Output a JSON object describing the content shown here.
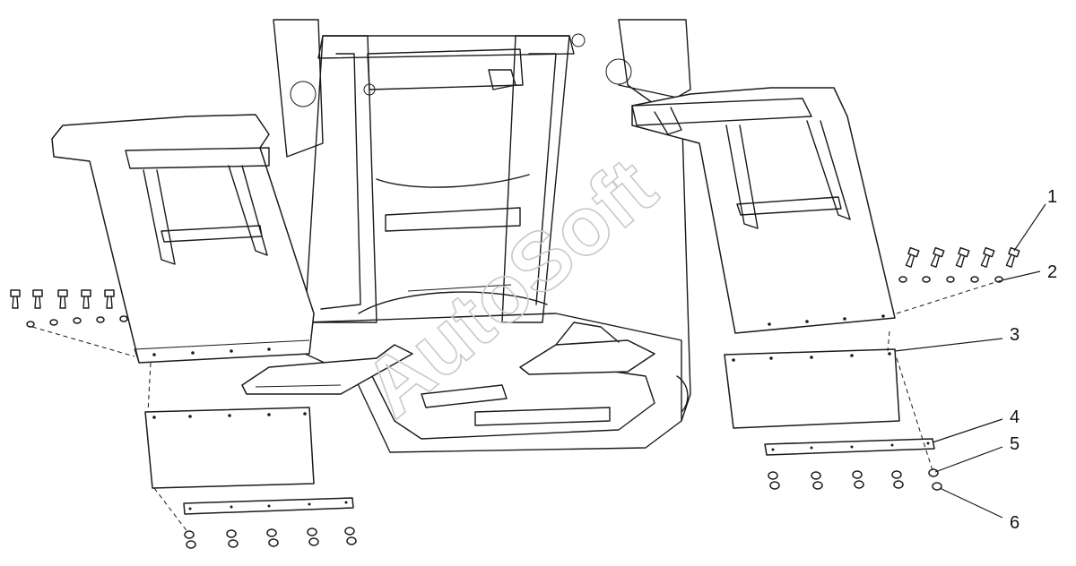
{
  "diagram": {
    "watermark": "AutoSoft",
    "callouts": [
      {
        "id": "callout-1",
        "label": "1"
      },
      {
        "id": "callout-2",
        "label": "2"
      },
      {
        "id": "callout-3",
        "label": "3"
      },
      {
        "id": "callout-4",
        "label": "4"
      },
      {
        "id": "callout-5",
        "label": "5"
      },
      {
        "id": "callout-6",
        "label": "6"
      }
    ]
  }
}
